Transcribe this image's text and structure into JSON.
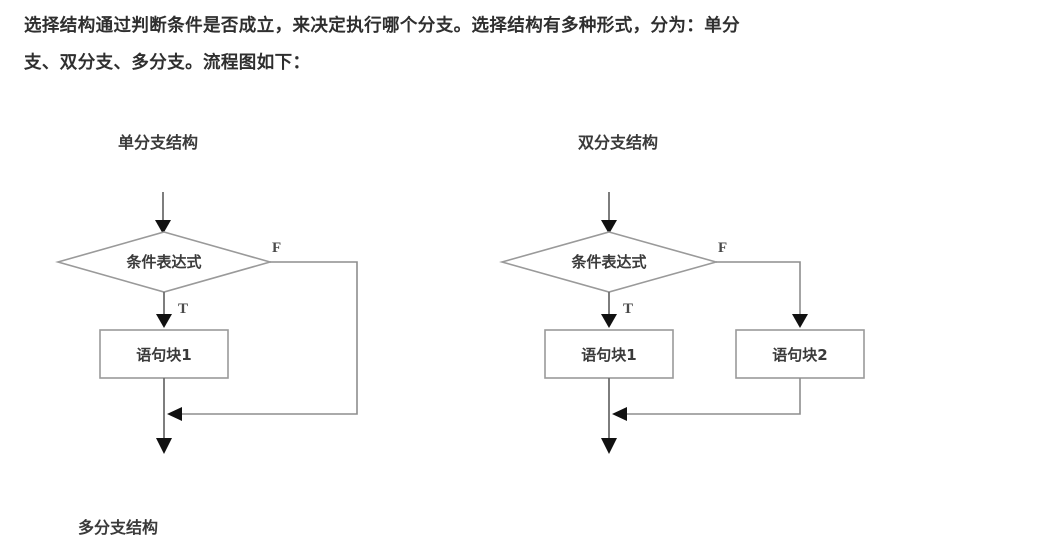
{
  "document": {
    "background_color": "#ffffff",
    "text_color": "#2f2f2f",
    "intro_paragraph": {
      "line1": "选择结构通过判断条件是否成立，来决定执行哪个分支。选择结构有多种形式，分为：单分",
      "line2": "支、双分支、多分支。流程图如下："
    },
    "captions": {
      "single_branch": "单分支结构",
      "double_branch": "双分支结构",
      "multi_branch": "多分支结构"
    }
  },
  "chart_data": [
    {
      "type": "diagram",
      "name": "single-branch-flowchart",
      "title": "单分支结构",
      "nodes": [
        {
          "id": "entry",
          "shape": "arrow",
          "label": ""
        },
        {
          "id": "condition",
          "shape": "diamond",
          "label": "条件表达式"
        },
        {
          "id": "block1",
          "shape": "rect",
          "label": "语句块1"
        },
        {
          "id": "exit",
          "shape": "arrow",
          "label": ""
        }
      ],
      "edges": [
        {
          "from": "entry",
          "to": "condition",
          "label": ""
        },
        {
          "from": "condition",
          "to": "block1",
          "label": "T"
        },
        {
          "from": "condition",
          "to": "exit",
          "label": "F"
        },
        {
          "from": "block1",
          "to": "exit",
          "label": ""
        }
      ],
      "branch_labels": {
        "true": "T",
        "false": "F"
      }
    },
    {
      "type": "diagram",
      "name": "double-branch-flowchart",
      "title": "双分支结构",
      "nodes": [
        {
          "id": "entry",
          "shape": "arrow",
          "label": ""
        },
        {
          "id": "condition",
          "shape": "diamond",
          "label": "条件表达式"
        },
        {
          "id": "block1",
          "shape": "rect",
          "label": "语句块1"
        },
        {
          "id": "block2",
          "shape": "rect",
          "label": "语句块2"
        },
        {
          "id": "exit",
          "shape": "arrow",
          "label": ""
        }
      ],
      "edges": [
        {
          "from": "entry",
          "to": "condition",
          "label": ""
        },
        {
          "from": "condition",
          "to": "block1",
          "label": "T"
        },
        {
          "from": "condition",
          "to": "block2",
          "label": "F"
        },
        {
          "from": "block1",
          "to": "exit",
          "label": ""
        },
        {
          "from": "block2",
          "to": "exit",
          "label": ""
        }
      ],
      "branch_labels": {
        "true": "T",
        "false": "F"
      }
    }
  ],
  "colors": {
    "shape_stroke": "#9a9a9a",
    "connector": "#8d8d8d",
    "arrow_head": "#111111",
    "text": "#3a3a3a"
  }
}
